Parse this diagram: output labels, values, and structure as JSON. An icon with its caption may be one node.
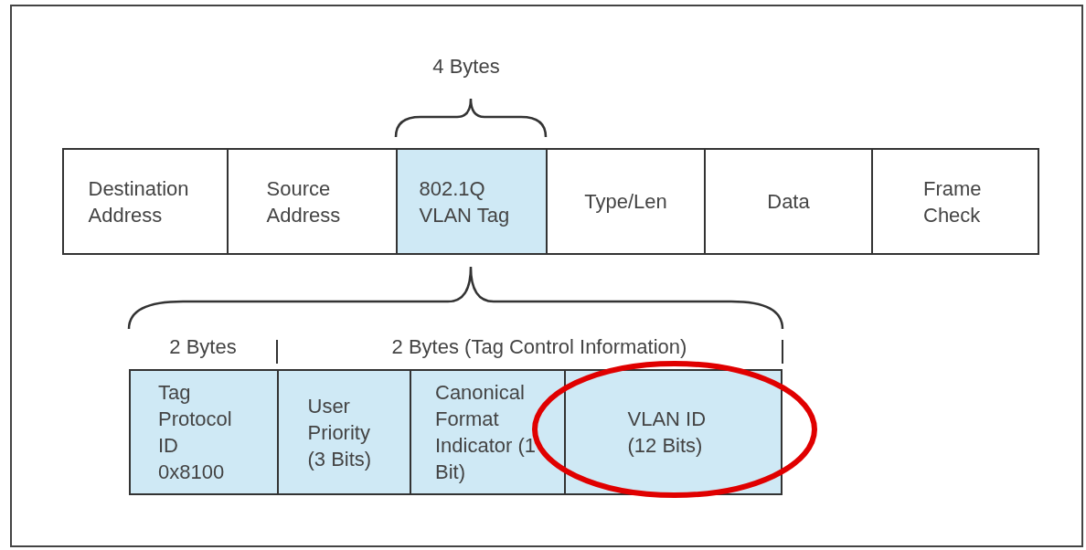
{
  "diagram": {
    "nodes": [
      {
        "text": [
          "Destination Address"
        ]
      },
      {
        "text": [
          "Source Address"
        ]
      },
      {
        "text": [
          "802.1Q VLAN Tag"
        ]
      },
      {
        "text": [
          "Type/Len"
        ]
      },
      {
        "text": [
          "Data"
        ]
      },
      {
        "text": [
          "Frame Check"
        ]
      },
      {
        "text": [
          "Tag Protocol ID 0x8100"
        ]
      },
      {
        "text": [
          "User Priority (3 Bits)"
        ]
      },
      {
        "text": [
          "Canonical Format Indicator (1 Bit)"
        ]
      },
      {
        "text": [
          "VLAN ID (12 Bits)"
        ]
      }
    ],
    "edges": [],
    "labels": [
      "4 Bytes",
      "2 Bytes",
      "2 Bytes (Tag Control Information)"
    ]
  }
}
